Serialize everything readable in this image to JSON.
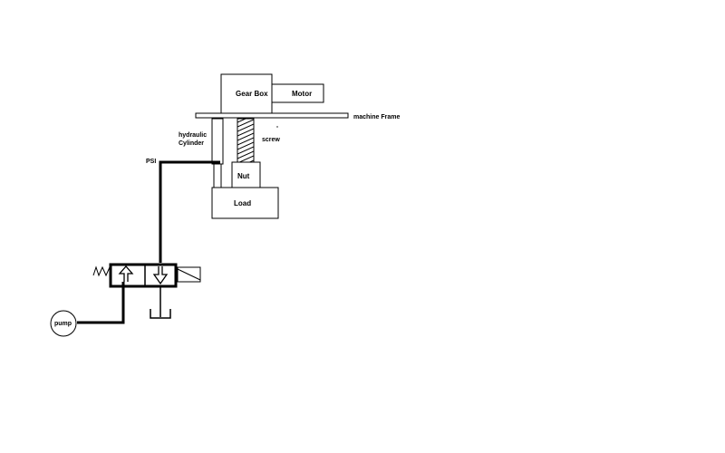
{
  "labels": {
    "gear_box": "Gear Box",
    "motor": "Motor",
    "machine_frame": "machine Frame",
    "hydraulic": "hydraulic",
    "cylinder": "Cylinder",
    "screw": "screw",
    "psi": "PSI",
    "nut": "Nut",
    "load": "Load",
    "pump": "pump"
  },
  "colors": {
    "line": "#000000",
    "background": "#ffffff"
  }
}
